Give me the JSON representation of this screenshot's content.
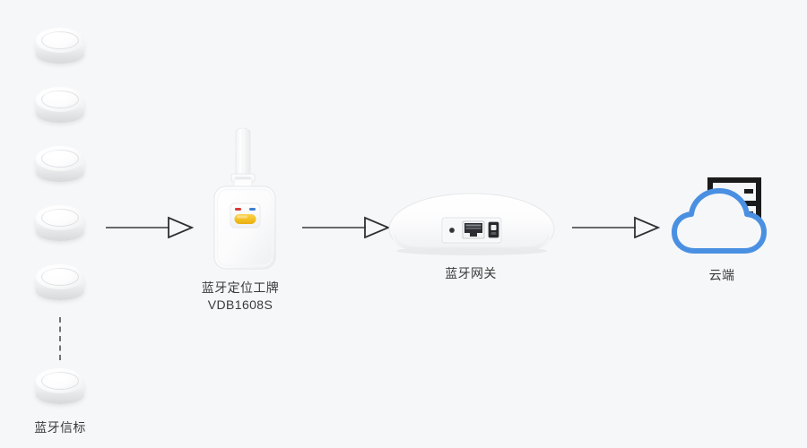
{
  "diagram": {
    "title": "Bluetooth positioning system topology",
    "background_color": "#f6f7f8",
    "text_color": "#3a3a3a"
  },
  "nodes": {
    "beacon": {
      "label": "蓝牙信标",
      "icon": "bluetooth-beacon-icon",
      "count": 6,
      "continuation": "dashed-vertical-line"
    },
    "badge": {
      "label_line1": "蓝牙定位工牌",
      "label_line2": "VDB1608S",
      "icon": "bluetooth-positioning-badge-icon",
      "led_red_color": "#d63b3b",
      "led_blue_color": "#3f7fd0",
      "button_color": "#f5c028"
    },
    "gateway": {
      "label": "蓝牙网关",
      "icon": "bluetooth-gateway-icon",
      "ports": [
        "reset-hole",
        "ethernet-port",
        "power-jack"
      ]
    },
    "cloud": {
      "label": "云端",
      "icon": "cloud-server-icon",
      "cloud_color": "#4a90e2",
      "server_color": "#1b1b1b"
    }
  },
  "arrows": {
    "arrow1": {
      "name": "beacon-to-badge-arrow",
      "direction": "right"
    },
    "arrow2": {
      "name": "badge-to-gateway-arrow",
      "direction": "right"
    },
    "arrow3": {
      "name": "gateway-to-cloud-arrow",
      "direction": "right"
    },
    "color": "#3a3a3e"
  }
}
